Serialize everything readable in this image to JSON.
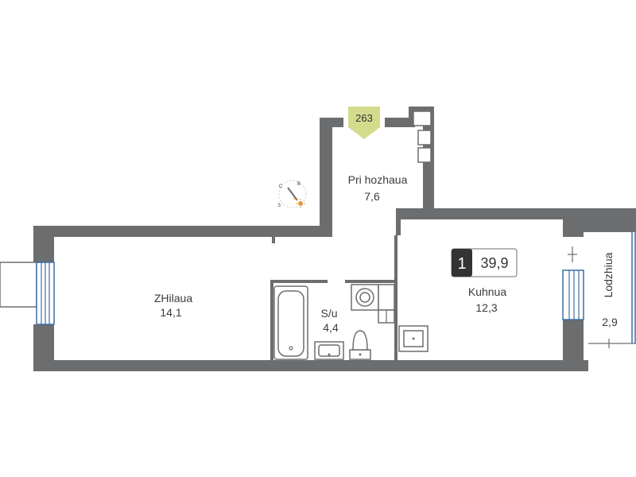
{
  "apartment": {
    "number": "263",
    "rooms": "1",
    "total_area": "39,9"
  },
  "rooms": [
    {
      "key": "hallway",
      "name": "Pri  hozhаua",
      "area": "7,6"
    },
    {
      "key": "living",
      "name": "ZHilaua",
      "area": "14,1"
    },
    {
      "key": "bathroom",
      "name": "S/u",
      "area": "4,4"
    },
    {
      "key": "kitchen",
      "name": "Kuhnua",
      "area": "12,3"
    },
    {
      "key": "loggia",
      "name": "Lodzhiua",
      "area": "2,9"
    }
  ],
  "compass": {
    "north": "С",
    "east": "В",
    "west": "З"
  },
  "colors": {
    "walls": "#6b6d6f",
    "badge": "#d4dc8c",
    "rooms_box": "#333333",
    "glass": "#3b6ea5",
    "sun": "#e8963c"
  }
}
